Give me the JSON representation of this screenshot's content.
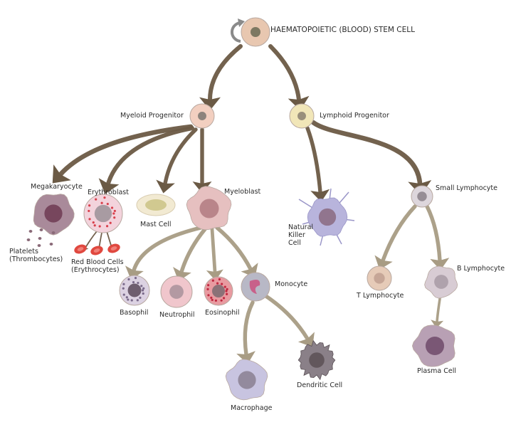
{
  "title": "HAEMATOPOIETIC (BLOOD) STEM CELL",
  "colors": {
    "arrow_dark": "#6b5a45",
    "arrow_light": "#a89c84",
    "self_renew_arrow": "#8a8a8a"
  },
  "nodes": {
    "stem_cell": {
      "label": "HAEMATOPOIETIC (BLOOD) STEM CELL",
      "fill": "#e8c7b0",
      "nucleus": "#6a6a55"
    },
    "myeloid_progenitor": {
      "label": "Myeloid Progenitor",
      "fill": "#f2cfc0",
      "nucleus": "#7a7570"
    },
    "lymphoid_progenitor": {
      "label": "Lymphoid Progenitor",
      "fill": "#f1e6b8",
      "nucleus": "#8a7f70"
    },
    "megakaryocyte": {
      "label": "Megakaryocyte",
      "fill": "#a98a9a",
      "nucleus": "#6e3a52"
    },
    "platelets": {
      "label": "Platelets\n(Thrombocytes)",
      "fill": "#8a6a78"
    },
    "erythroblast": {
      "label": "Erythroblast",
      "fill": "#f3d3dc",
      "nucleus": "#9a9098"
    },
    "red_blood_cells": {
      "label": "Red Blood Cells\n(Erythrocytes)",
      "fill": "#e0483f"
    },
    "mast_cell": {
      "label": "Mast Cell",
      "fill": "#f2ead2",
      "nucleus": "#c8c080"
    },
    "myeloblast": {
      "label": "Myeloblast",
      "fill": "#e6c0c0",
      "nucleus": "#b07a80"
    },
    "basophil": {
      "label": "Basophil",
      "fill": "#dcd2e2",
      "nucleus": "#5a4a5a"
    },
    "neutrophil": {
      "label": "Neutrophil",
      "fill": "#f0c6cc",
      "nucleus": "#a8909a"
    },
    "eosinophil": {
      "label": "Eosinophil",
      "fill": "#e89aa0",
      "nucleus": "#7a6a70"
    },
    "monocyte": {
      "label": "Monocyte",
      "fill": "#b8b8c6",
      "nucleus": "#c8608a"
    },
    "macrophage": {
      "label": "Macrophage",
      "fill": "#c8c4e0",
      "nucleus": "#8a8090"
    },
    "dendritic_cell": {
      "label": "Dendritic Cell",
      "fill": "#8a8088",
      "nucleus": "#5a5055"
    },
    "natural_killer_cell": {
      "label": "Natural\nKiller\nCell",
      "fill": "#b8b4dc",
      "nucleus": "#8a6a80"
    },
    "small_lymphocyte": {
      "label": "Small Lymphocyte",
      "fill": "#ddd6dc",
      "nucleus": "#8a8088"
    },
    "t_lymphocyte": {
      "label": "T Lymphocyte",
      "fill": "#e6cbb8",
      "nucleus": "#c0a090"
    },
    "b_lymphocyte": {
      "label": "B Lymphocyte",
      "fill": "#d8ccd4",
      "nucleus": "#a89aa4"
    },
    "plasma_cell": {
      "label": "Plasma Cell",
      "fill": "#b8a0b4",
      "nucleus": "#6e4a6a"
    }
  },
  "edges": [
    [
      "stem_cell",
      "myeloid_progenitor"
    ],
    [
      "stem_cell",
      "lymphoid_progenitor"
    ],
    [
      "myeloid_progenitor",
      "megakaryocyte"
    ],
    [
      "myeloid_progenitor",
      "erythroblast"
    ],
    [
      "myeloid_progenitor",
      "mast_cell"
    ],
    [
      "myeloid_progenitor",
      "myeloblast"
    ],
    [
      "erythroblast",
      "red_blood_cells"
    ],
    [
      "myeloblast",
      "basophil"
    ],
    [
      "myeloblast",
      "neutrophil"
    ],
    [
      "myeloblast",
      "eosinophil"
    ],
    [
      "myeloblast",
      "monocyte"
    ],
    [
      "monocyte",
      "macrophage"
    ],
    [
      "monocyte",
      "dendritic_cell"
    ],
    [
      "lymphoid_progenitor",
      "natural_killer_cell"
    ],
    [
      "lymphoid_progenitor",
      "small_lymphocyte"
    ],
    [
      "small_lymphocyte",
      "t_lymphocyte"
    ],
    [
      "small_lymphocyte",
      "b_lymphocyte"
    ],
    [
      "b_lymphocyte",
      "plasma_cell"
    ]
  ]
}
